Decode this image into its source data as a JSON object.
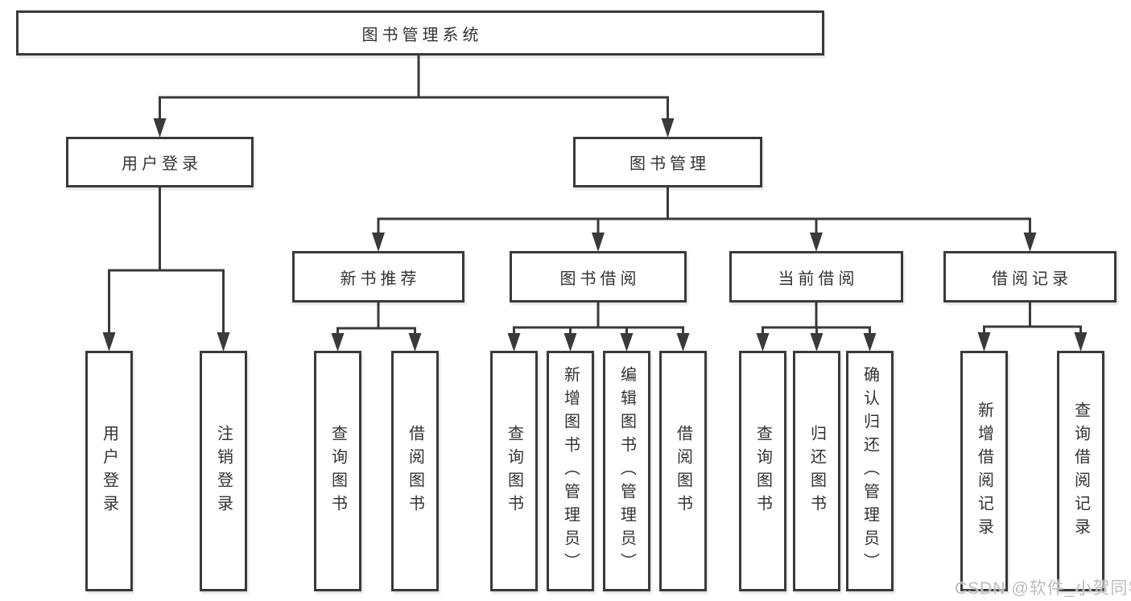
{
  "diagram": {
    "type": "hierarchy-tree",
    "colors": {
      "line": "#3a3a3a",
      "box_border": "#3a3a3a",
      "text": "#333333",
      "background": "#ffffff",
      "watermark": "#bdbdbd"
    }
  },
  "tree": {
    "root": {
      "label": "图书管理系统",
      "children": [
        {
          "label": "用户登录",
          "children": [
            {
              "label": "用户登录"
            },
            {
              "label": "注销登录"
            }
          ]
        },
        {
          "label": "图书管理",
          "children": [
            {
              "label": "新书推荐",
              "children": [
                {
                  "label": "查询图书"
                },
                {
                  "label": "借阅图书"
                }
              ]
            },
            {
              "label": "图书借阅",
              "children": [
                {
                  "label": "查询图书"
                },
                {
                  "label": "新增图书（管理员）"
                },
                {
                  "label": "编辑图书（管理员）"
                },
                {
                  "label": "借阅图书"
                }
              ]
            },
            {
              "label": "当前借阅",
              "children": [
                {
                  "label": "查询图书"
                },
                {
                  "label": "归还图书"
                },
                {
                  "label": "确认归还（管理员）"
                }
              ]
            },
            {
              "label": "借阅记录",
              "children": [
                {
                  "label": "新增借阅记录"
                },
                {
                  "label": "查询借阅记录"
                }
              ]
            }
          ]
        }
      ]
    }
  },
  "watermark": {
    "text": "CSDN @软件_小贺同学"
  }
}
